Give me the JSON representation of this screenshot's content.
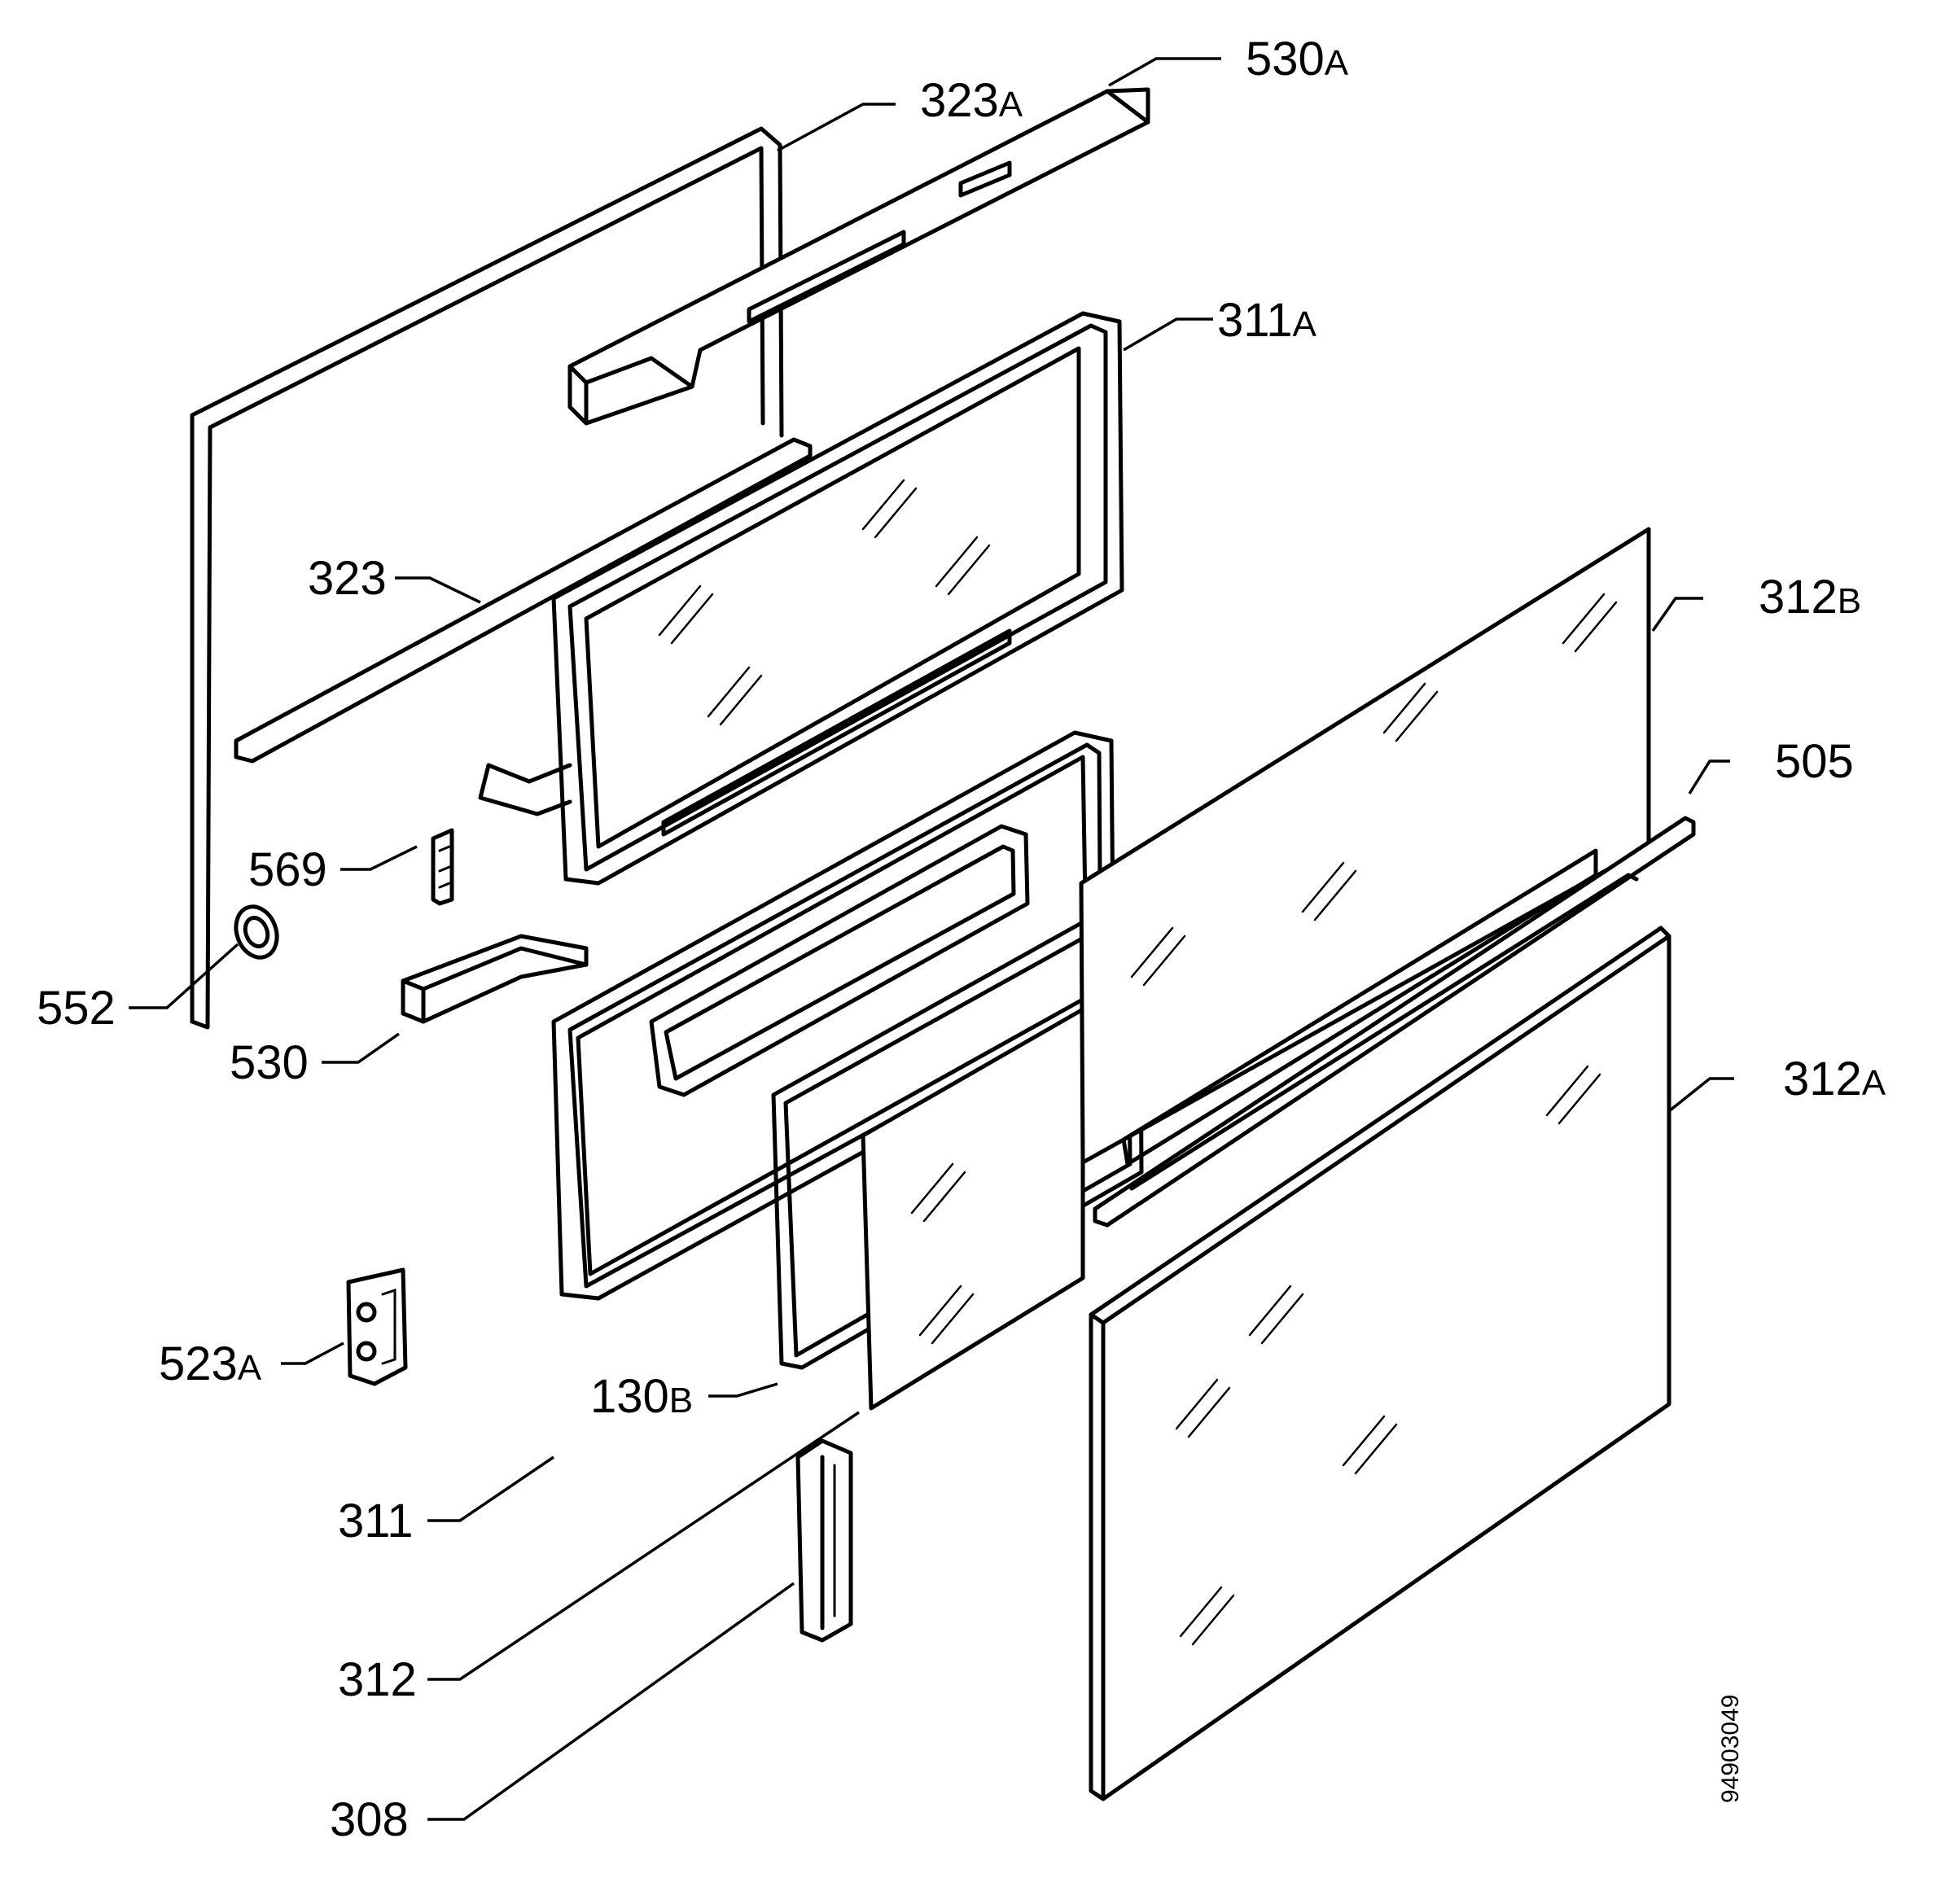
{
  "callouts": [
    {
      "id": "530A",
      "num": "530",
      "suffix": "A"
    },
    {
      "id": "323A",
      "num": "323",
      "suffix": "A"
    },
    {
      "id": "311A",
      "num": "311",
      "suffix": "A"
    },
    {
      "id": "323",
      "num": "323",
      "suffix": ""
    },
    {
      "id": "312B",
      "num": "312",
      "suffix": "B"
    },
    {
      "id": "505",
      "num": "505",
      "suffix": ""
    },
    {
      "id": "569",
      "num": "569",
      "suffix": ""
    },
    {
      "id": "552",
      "num": "552",
      "suffix": ""
    },
    {
      "id": "530",
      "num": "530",
      "suffix": ""
    },
    {
      "id": "312A",
      "num": "312",
      "suffix": "A"
    },
    {
      "id": "523A",
      "num": "523",
      "suffix": "A"
    },
    {
      "id": "130B",
      "num": "130",
      "suffix": "B"
    },
    {
      "id": "311",
      "num": "311",
      "suffix": ""
    },
    {
      "id": "312",
      "num": "312",
      "suffix": ""
    },
    {
      "id": "308",
      "num": "308",
      "suffix": ""
    }
  ],
  "document_number": "94903049"
}
